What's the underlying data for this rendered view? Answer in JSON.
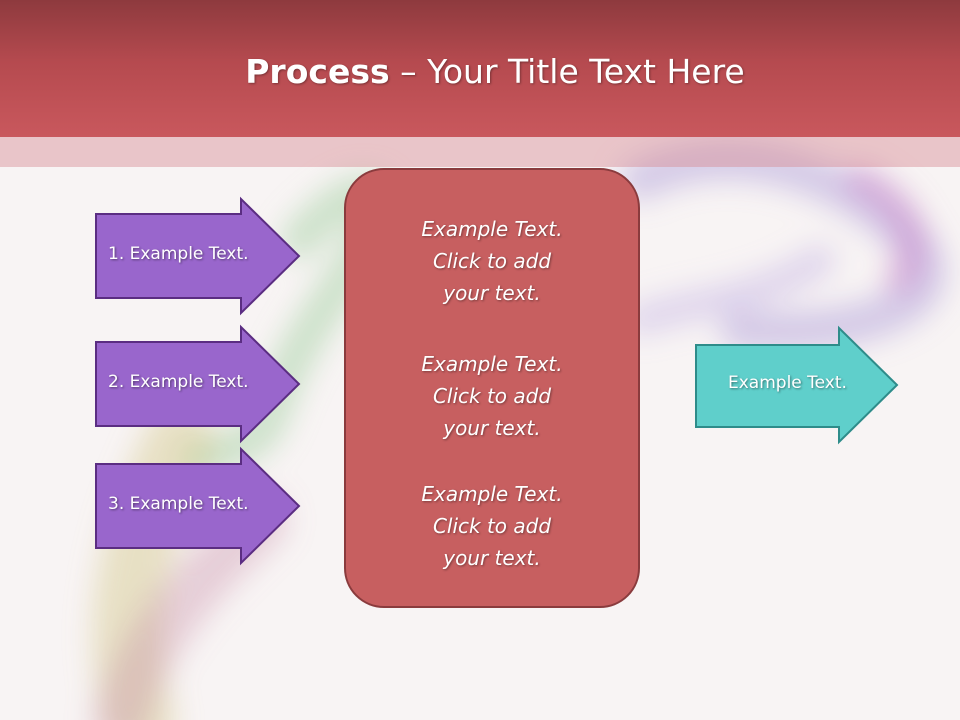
{
  "title": {
    "bold": "Process",
    "rest": " – Your Title Text Here"
  },
  "inputs": [
    {
      "label": "1. Example Text."
    },
    {
      "label": "2. Example Text."
    },
    {
      "label": "3. Example Text."
    }
  ],
  "center_blocks": [
    {
      "line1": "Example Text.",
      "line2": "Click  to add",
      "line3": "your text."
    },
    {
      "line1": "Example Text.",
      "line2": "Click  to add",
      "line3": "your text."
    },
    {
      "line1": "Example Text.",
      "line2": "Click  to add",
      "line3": "your text."
    }
  ],
  "output": {
    "label": "Example Text."
  },
  "colors": {
    "title_bar": "#b54a4f",
    "input_arrow": "#9966cc",
    "center_box": "#c75f60",
    "output_arrow": "#5fcfcb"
  }
}
